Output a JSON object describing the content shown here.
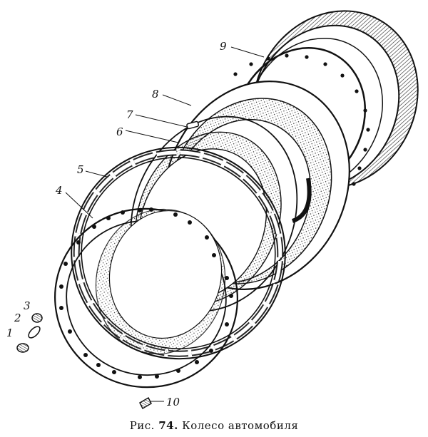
{
  "figure": {
    "caption_prefix": "Рис.",
    "caption_number": "74.",
    "caption_title": "Колесо автомобиля",
    "callouts": [
      "1",
      "2",
      "3",
      "4",
      "5",
      "6",
      "7",
      "8",
      "9",
      "10"
    ]
  }
}
